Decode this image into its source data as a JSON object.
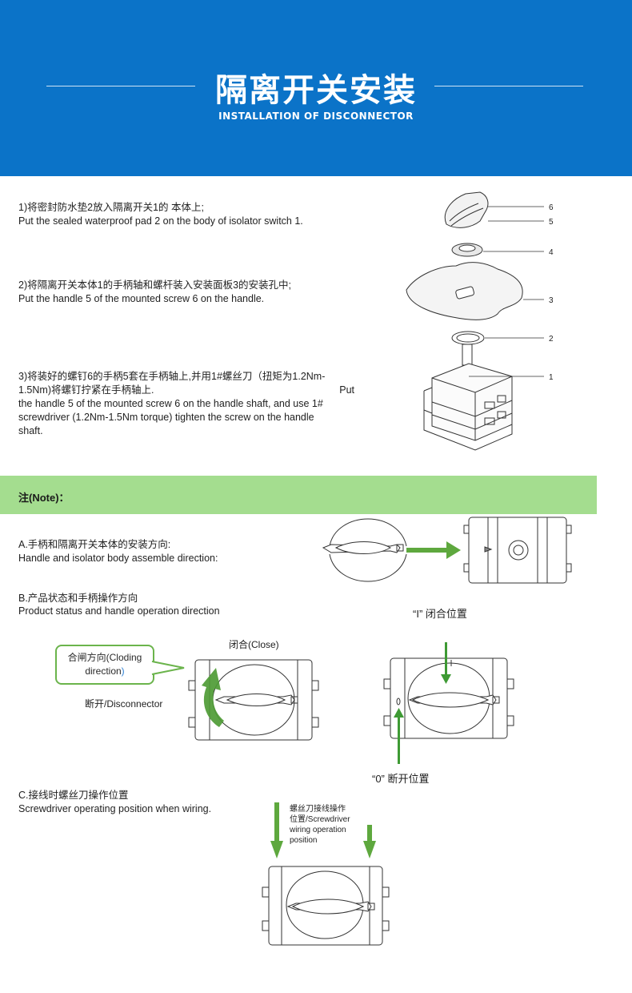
{
  "header": {
    "title_cn": "隔离开关安装",
    "title_en": "INSTALLATION OF DISCONNECTOR"
  },
  "steps": [
    {
      "cn": "1)将密封防水垫2放入隔离开关1的 本体上;",
      "en": [
        "Put the sealed  waterproof pad 2 on the body of isolator switch 1."
      ]
    },
    {
      "cn": "2)将隔离开关本体1的手柄轴和螺杆装入安装面板3的安装孔中;",
      "en": [
        "Put the handle 5 of the mounted  screw 6 on the handle."
      ]
    },
    {
      "cn": "3)将装好的螺钉6的手柄5套在手柄轴上,并用1#螺丝刀（扭矩为1.2Nm-",
      "cn2": "1.5Nm)将螺钉拧紧在手柄轴上.",
      "cn2_tail": "Put",
      "en": [
        "the handle 5 of the mounted  screw 6 on the handle shaft, and use 1#",
        "screwdriver (1.2Nm-1.5Nm torque) tighten the screw on the handle",
        "shaft."
      ]
    }
  ],
  "exploded_labels": [
    "6",
    "5",
    "4",
    "3",
    "2",
    "1"
  ],
  "note": {
    "label": "注(Note)："
  },
  "section_a": {
    "cn": "A.手柄和隔离开关本体的安装方向:",
    "en": "Handle and isolator body assemble direction:"
  },
  "section_b": {
    "cn": "B.产品状态和手柄操作方向",
    "en": "Product status and handle operation direction",
    "closed_position": "“I” 闭合位置",
    "close_label": "闭合(Close)",
    "callout_cn": "合闸方向(Cloding",
    "callout_en": "direction",
    "callout_paren": ")",
    "disconnector_label": "断开/Disconnector",
    "open_position": "“0” 断开位置"
  },
  "section_c": {
    "cn": "C.接线时螺丝刀操作位置",
    "en": "Screwdriver operating position when wiring.",
    "note_lines": [
      "螺丝刀接线操作",
      "位置/Screwdriver",
      "wiring operation",
      "position"
    ]
  },
  "colors": {
    "header_bg": "#0b73c8",
    "note_bg": "#a4dd8f",
    "arrow_green": "#5ea83e",
    "callout_border": "#6bb44c"
  }
}
